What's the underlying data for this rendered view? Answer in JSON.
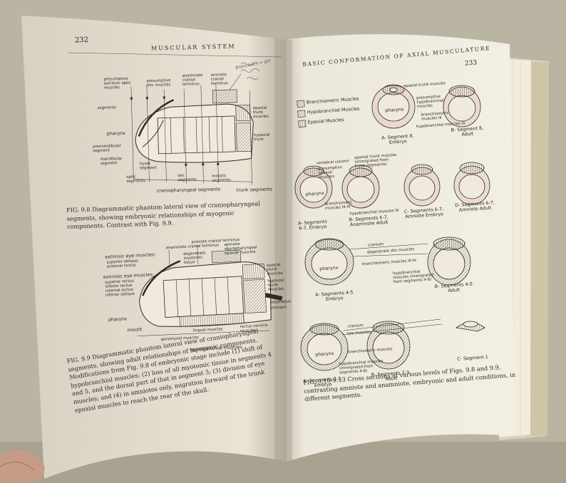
{
  "book": {
    "left_page": {
      "page_number": "232",
      "running_header": "MUSCULAR SYSTEM",
      "figure_9_8": {
        "labels": [
          "presumptive extrinsic optic muscles",
          "presumptive otic muscles",
          "anamniote cranial terminus",
          "amniote cranial terminus",
          "segments",
          "epaxial trunk muscles",
          "pharynx",
          "hypaxial trunk",
          "premandibular segment",
          "mandibular segment",
          "hyoid segment",
          "optic segments",
          "otic segments",
          "metotic segments",
          "craniopharyngeal segments",
          "trunk segments"
        ],
        "caption": "FIG. 9.8 Diagrammatic phantom lateral view of craniopharyngeal segments, showing embryonic relationships of myogenic components. Contrast with Fig. 9.9."
      },
      "figure_9_9": {
        "labels": [
          "amniote cranial terminus",
          "anamniote cranial terminus",
          "degenerate myotomic tissue",
          "amniote suprapharyngeal epaxial muscles",
          "extrinsic eye muscles:",
          "superior oblique,",
          "external rectus",
          "extrinsic eye muscles:",
          "superior rectus",
          "inferior rectus",
          "internal rectus",
          "inferior oblique",
          "epaxial trunk muscles",
          "hypaxial trunk muscles",
          "esophagus",
          "stomach",
          "pharynx",
          "mouth",
          "lingual muscles",
          "rectus cervicis muscles",
          "geniohyoid muscles",
          "hypobranchial muscles"
        ],
        "caption": "FIG. 9.9 Diagrammatic phantom lateral view of craniopharyngeal segments, showing adult relationships of myogenic components. Modifications from Fig. 9.8 of embryonic stage include (1) shift of hypobranchial muscles; (2) loss of all myotomic tissue in segments 4 and 5, and the dorsal part of that in segment 3; (3) division of eye muscles; and (4) in amniotes only, migration forward of the trunk epaxial muscles to reach the rear of the skull."
      },
      "handwritten_note": "Branchial / = gill"
    },
    "right_page": {
      "page_number": "233",
      "running_header": "BASIC CONFORMATION OF AXIAL MUSCULATURE",
      "legend": [
        "Branchiomeric Muscles",
        "Hypobranchial Muscles",
        "Epaxial Muscles"
      ],
      "panel_labels": {
        "row1": [
          "epaxial trunk muscles",
          "presumptive hypobranchial muscles",
          "branchiomeric muscles III",
          "hypobranchial muscles IV",
          "pharynx",
          "A- Segment 8, Embryo",
          "B- Segment 8, Adult"
        ],
        "row2": [
          "vertebral column",
          "presumptive epaxial muscles",
          "epaxial trunk muscles (immigrated from trunk segments)",
          "branchiomeric muscles III-IV",
          "hypobranchial muscles IV",
          "pharynx",
          "A- Segments 6-7, Embryo",
          "B- Segments 6-7, Anamniote Adult",
          "C- Segments 6-7, Amniote Embryo",
          "D- Segments 6-7, Amniote Adult"
        ],
        "row3": [
          "cranium",
          "degenerate otic muscles",
          "branchiomeric muscles III-IV",
          "hypobranchial muscles (immigrated from segments 4-8)",
          "pharynx",
          "A- Segments 4-5 Embryo",
          "B- Segments 4-5 Adult"
        ],
        "row4": [
          "cranium",
          "eye muscles",
          "branchiomeric muscles",
          "hypobranchial muscles (immigrated from segments 4-8)",
          "pharynx",
          "A- Segments 2-3, Embryo",
          "B- Segments 2-3, Adult",
          "C- Segment 1"
        ]
      },
      "caption": "FIG. 9.10-9.13 Cross sections at various levels of Figs. 9.8 and 9.9, contrasting amniote and anamniote, embryonic and adult conditions, in different segments."
    }
  },
  "colors": {
    "paper": "#ebe6d8",
    "ink": "#2a2621",
    "background": "#b9b3a2",
    "red_ink": "#b8525a"
  }
}
